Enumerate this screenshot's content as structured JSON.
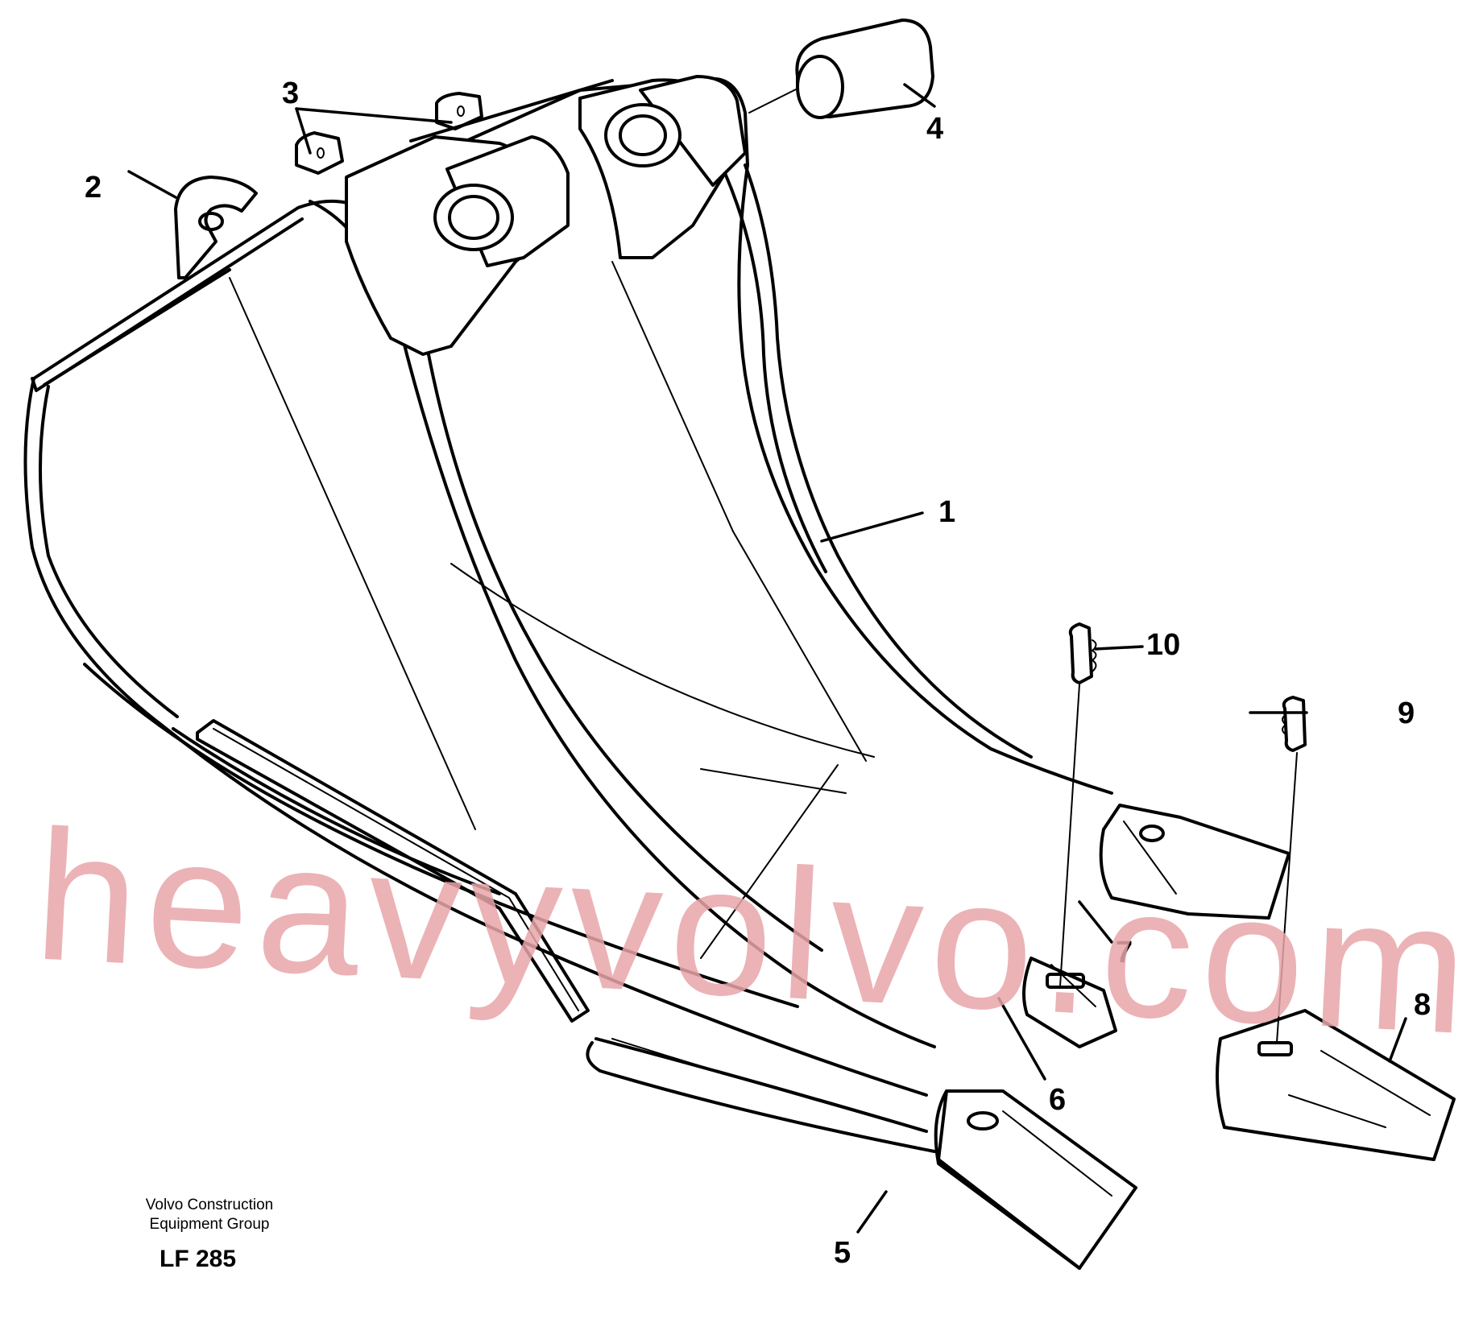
{
  "diagram": {
    "callouts": [
      {
        "id": "1",
        "label": "1"
      },
      {
        "id": "2",
        "label": "2"
      },
      {
        "id": "3",
        "label": "3"
      },
      {
        "id": "4",
        "label": "4"
      },
      {
        "id": "5",
        "label": "5"
      },
      {
        "id": "6",
        "label": "6"
      },
      {
        "id": "7",
        "label": "7"
      },
      {
        "id": "8",
        "label": "8"
      },
      {
        "id": "9",
        "label": "9"
      },
      {
        "id": "10",
        "label": "10"
      }
    ],
    "watermark": "heavyvolvo.com",
    "caption_line1": "Volvo Construction",
    "caption_line2": "Equipment Group",
    "drawing_number": "LF 285"
  },
  "colors": {
    "line": "#000000",
    "background": "#ffffff",
    "watermark": "#e8a6aa"
  }
}
